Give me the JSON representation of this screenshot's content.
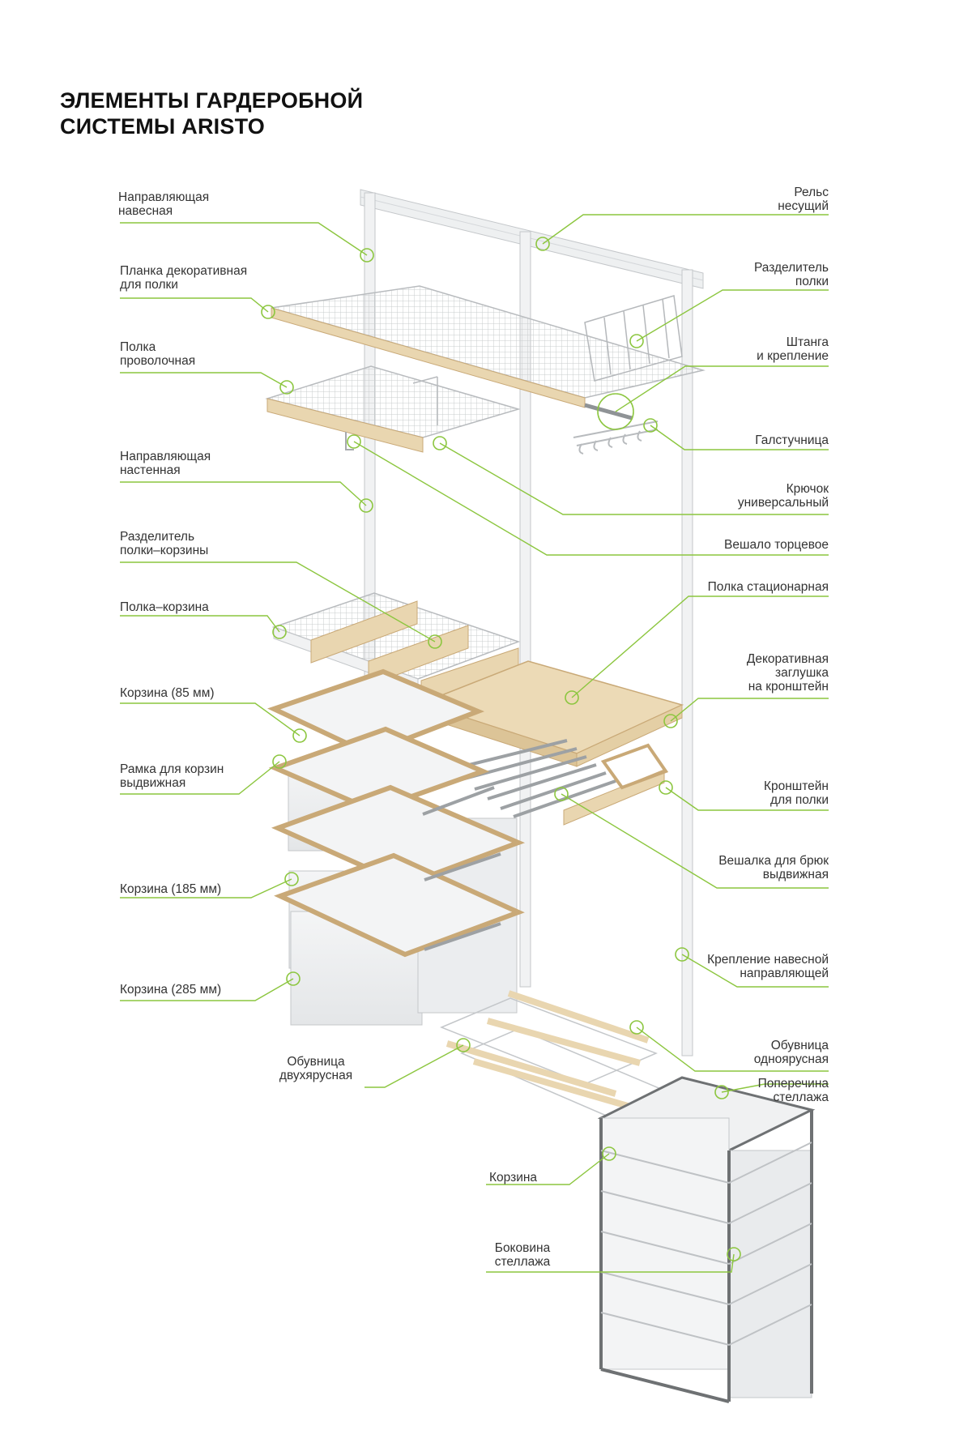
{
  "title": {
    "line1": "ЭЛЕМЕНТЫ ГАРДЕРОБНОЙ",
    "line2": "СИСТЕМЫ ARISTO"
  },
  "colors": {
    "leader_line": "#8cc63f",
    "wood": "#e9d6b0",
    "wood_edge": "#c9a977",
    "metal": "#d8dadc",
    "frame": "#6e7173",
    "text": "#333333"
  },
  "labels": {
    "napravlyayushchaya_navesnaya": [
      "Направляющая",
      "навесная"
    ],
    "planka_dekorativnaya": [
      "Планка декоративная",
      "для полки"
    ],
    "polka_provolochnaya": [
      "Полка",
      "проволочная"
    ],
    "napravlyayushchaya_nastennaya": [
      "Направляющая",
      "настенная"
    ],
    "razdelitel_polki_korziny": [
      "Разделитель",
      "полки–корзины"
    ],
    "polka_korzina": [
      "Полка–корзина"
    ],
    "korzina_85": [
      "Корзина (85 мм)"
    ],
    "ramka_dlya_korzin": [
      "Рамка для корзин",
      "выдвижная"
    ],
    "korzina_185": [
      "Корзина (185 мм)"
    ],
    "korzina_285": [
      "Корзина (285 мм)"
    ],
    "obuvnitsa_dvukhyarusnaya": [
      "Обувница",
      "двухярусная"
    ],
    "korzina": [
      "Корзина"
    ],
    "bokovina_stellazha": [
      "Боковина",
      "стеллажа"
    ],
    "rels_nesushchiy": [
      "Рельс",
      "несущий"
    ],
    "razdelitel_polki": [
      "Разделитель",
      "полки"
    ],
    "shtanga": [
      "Штанга",
      "и крепление"
    ],
    "galstuchnitsa": [
      "Галстучница"
    ],
    "kryuchok": [
      "Крючок",
      "универсальный"
    ],
    "veshalo": [
      "Вешало торцевое"
    ],
    "polka_statsionarnaya": [
      "Полка стационарная"
    ],
    "zaglushka": [
      "Декоративная",
      "заглушка",
      "на кронштейн"
    ],
    "kronshteyn": [
      "Кронштейн",
      "для полки"
    ],
    "veshalka_bryuk": [
      "Вешалка для брюк",
      "выдвижная"
    ],
    "kreplenie": [
      "Крепление навесной",
      "направляющей"
    ],
    "obuvnitsa_odnoyarusnaya": [
      "Обувница",
      "одноярусная"
    ],
    "poperechina": [
      "Поперечина",
      "стеллажа"
    ]
  }
}
